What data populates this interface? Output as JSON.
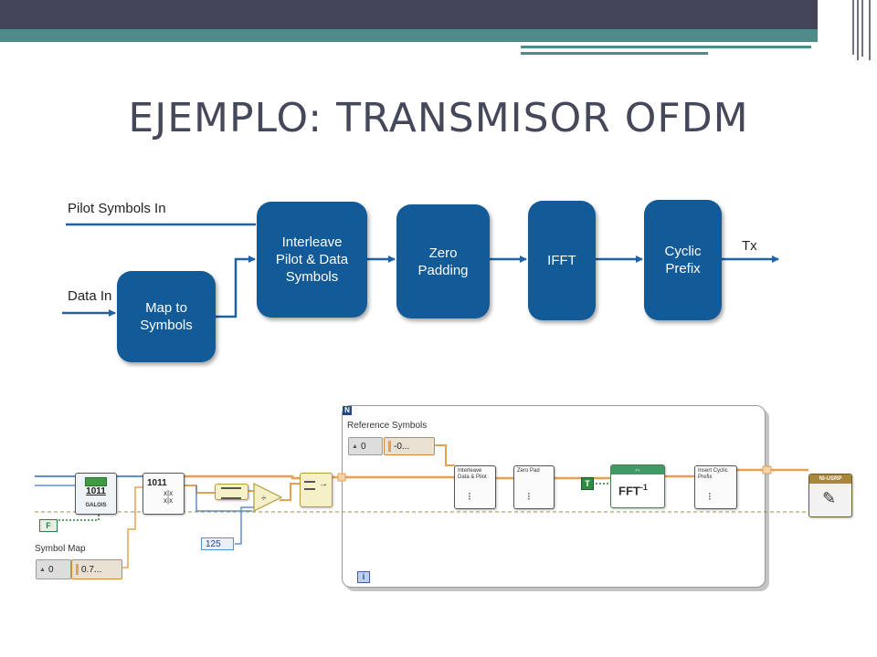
{
  "slide": {
    "title": "EJEMPLO: TRANSMISOR OFDM"
  },
  "colors": {
    "block": "#125a98",
    "arrow": "#1f63a6",
    "top_bar": "#43435a",
    "teal_bar": "#4e8a8a",
    "wire_blue": "#5a8fd6",
    "wire_orange": "#e8a050",
    "wire_green": "#2f7d3a"
  },
  "block_diagram": {
    "inputs": [
      "Pilot Symbols In",
      "Data In"
    ],
    "output": "Tx",
    "blocks": [
      {
        "lines": [
          "Map to",
          "Symbols"
        ]
      },
      {
        "lines": [
          "Interleave",
          "Pilot & Data",
          "Symbols"
        ]
      },
      {
        "lines": [
          "Zero",
          "Padding"
        ]
      },
      {
        "lines": [
          "IFFT"
        ]
      },
      {
        "lines": [
          "Cyclic",
          "Prefix"
        ]
      }
    ]
  },
  "labview": {
    "structure_badge": "N",
    "info_badge": "i",
    "reference_symbols": {
      "label": "Reference Symbols",
      "index": "0",
      "value": "-0..."
    },
    "symbol_map": {
      "label": "Symbol Map",
      "index": "0",
      "value": "0.7..."
    },
    "galois_caption": "GALOIS",
    "binary_text": "1011",
    "false_constant": "F",
    "true_constant": "T",
    "constant_125": "125",
    "subvi_interleave": "Interleave Data & Pilot",
    "subvi_zero_pad": "Zero Pad",
    "subvi_fft": "FFT",
    "subvi_fft_sup": "-1",
    "subvi_cyclic": "Insert Cyclic Prefix",
    "usrp_label": "NI-USRP"
  }
}
